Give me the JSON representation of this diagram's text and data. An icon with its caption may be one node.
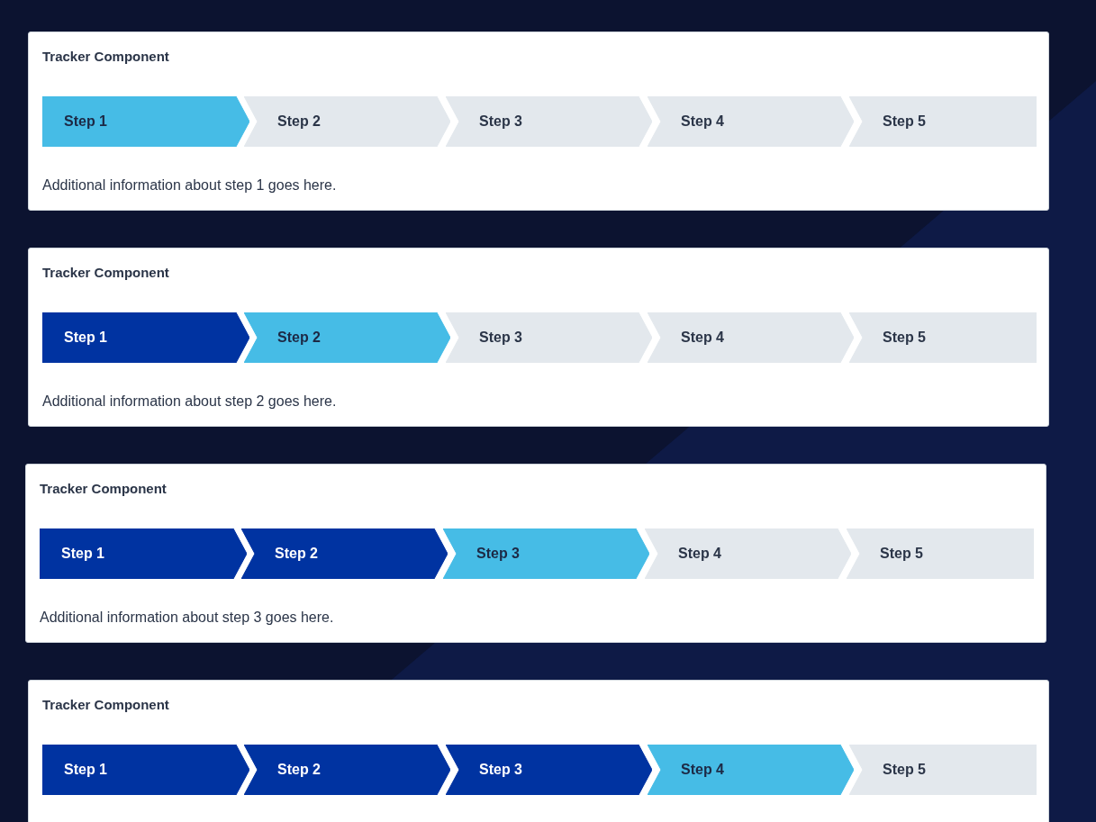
{
  "diagram": {
    "nodes": [
      {
        "text": [
          "Tracker Component",
          "Additional information about step 1 goes here."
        ]
      },
      {
        "text": [
          "Step 1"
        ],
        "in": 0
      },
      {
        "text": [
          "Step 2"
        ],
        "in": 0
      },
      {
        "text": [
          "Step 3"
        ],
        "in": 0
      },
      {
        "text": [
          "Step 4"
        ],
        "in": 0
      },
      {
        "text": [
          "Step 5"
        ],
        "in": 0
      },
      {
        "text": [
          "Tracker Component",
          "Additional information about step 2 goes here."
        ]
      },
      {
        "text": [
          "Step 1"
        ],
        "in": 6
      },
      {
        "text": [
          "Step 2"
        ],
        "in": 6
      },
      {
        "text": [
          "Step 3"
        ],
        "in": 6
      },
      {
        "text": [
          "Step 4"
        ],
        "in": 6
      },
      {
        "text": [
          "Step 5"
        ],
        "in": 6
      },
      {
        "text": [
          "Tracker Component",
          "Additional information about step 3 goes here."
        ]
      },
      {
        "text": [
          "Step 1"
        ],
        "in": 12
      },
      {
        "text": [
          "Step 2"
        ],
        "in": 12
      },
      {
        "text": [
          "Step 3"
        ],
        "in": 12
      },
      {
        "text": [
          "Step 4"
        ],
        "in": 12
      },
      {
        "text": [
          "Step 5"
        ],
        "in": 12
      },
      {
        "text": [
          "Tracker Component"
        ]
      },
      {
        "text": [
          "Step 1"
        ],
        "in": 18
      },
      {
        "text": [
          "Step 2"
        ],
        "in": 18
      },
      {
        "text": [
          "Step 3"
        ],
        "in": 18
      },
      {
        "text": [
          "Step 4"
        ],
        "in": 18
      },
      {
        "text": [
          "Step 5"
        ],
        "in": 18
      }
    ]
  }
}
